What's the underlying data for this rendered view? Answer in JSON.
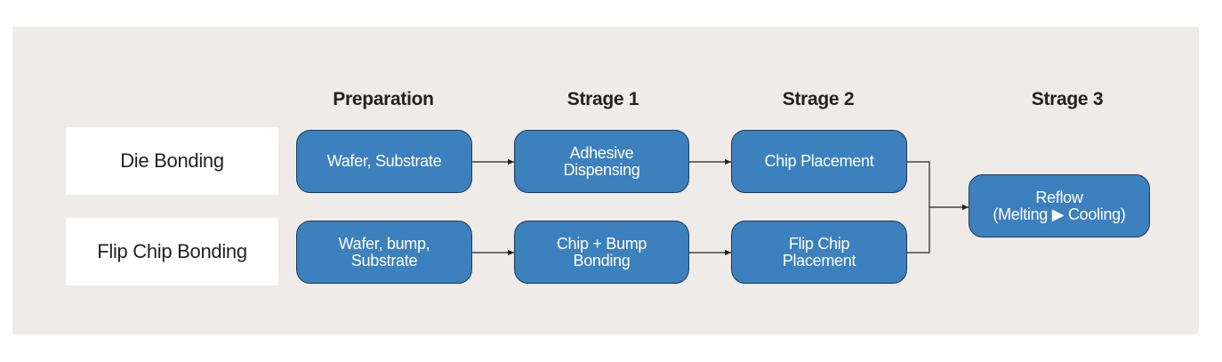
{
  "headers": {
    "preparation": "Preparation",
    "stage1": "Strage 1",
    "stage2": "Strage 2",
    "stage3": "Strage 3"
  },
  "rows": {
    "die_bonding": "Die Bonding",
    "flip_chip_bonding": "Flip Chip Bonding"
  },
  "nodes": {
    "die_wafer_substrate": "Wafer, Substrate",
    "die_adhesive_dispensing": "Adhesive\nDispensing",
    "die_chip_placement": "Chip Placement",
    "flip_wafer_bump_substrate": "Wafer, bump,\nSubstrate",
    "flip_chip_bump_bonding": "Chip + Bump\nBonding",
    "flip_chip_placement": "Flip Chip\nPlacement",
    "reflow": "Reflow\n(Melting ▶ Cooling)"
  },
  "colors": {
    "node_fill": "#3c80bd",
    "node_border": "#1e3a57",
    "panel": "#eeebe8",
    "connector": "#222222"
  }
}
